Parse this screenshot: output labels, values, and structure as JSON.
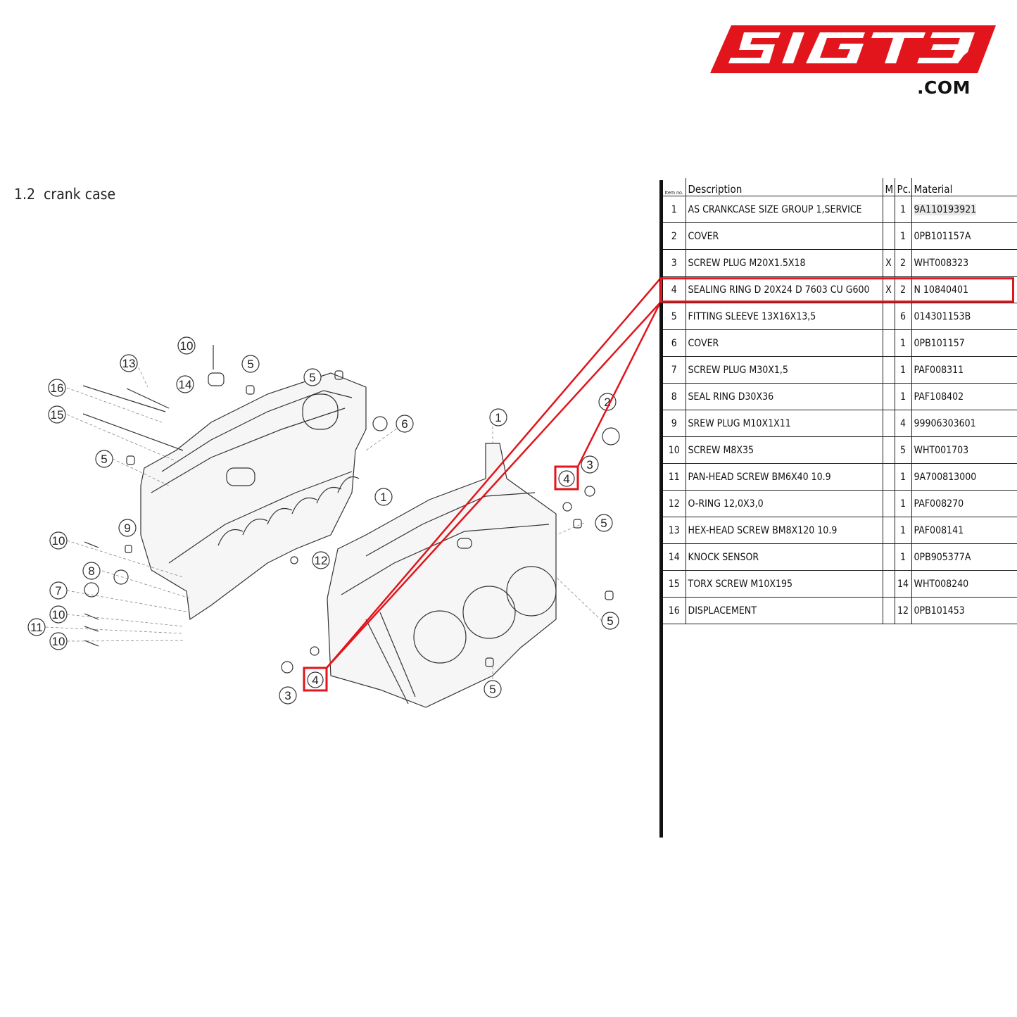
{
  "brand": {
    "logo_text": "SIGT3",
    "domain_suffix": ".COM",
    "color": "#e1151b"
  },
  "section": {
    "number": "1.2",
    "title": "crank case"
  },
  "table": {
    "headers": [
      "Item no.",
      "Description",
      "M",
      "Pc.",
      "Material"
    ],
    "rows": [
      {
        "item": "1",
        "description": "AS CRANKCASE SIZE GROUP 1,SERVICE",
        "m": "",
        "pc": "1",
        "material": "9A110193921"
      },
      {
        "item": "2",
        "description": "COVER",
        "m": "",
        "pc": "1",
        "material": "0PB101157A"
      },
      {
        "item": "3",
        "description": "SCREW PLUG M20X1.5X18",
        "m": "X",
        "pc": "2",
        "material": "WHT008323"
      },
      {
        "item": "4",
        "description": "SEALING RING D 20X24 D 7603 CU G600",
        "m": "X",
        "pc": "2",
        "material": "N 10840401"
      },
      {
        "item": "5",
        "description": "FITTING SLEEVE 13X16X13,5",
        "m": "",
        "pc": "6",
        "material": "014301153B"
      },
      {
        "item": "6",
        "description": "COVER",
        "m": "",
        "pc": "1",
        "material": "0PB101157"
      },
      {
        "item": "7",
        "description": "SCREW PLUG M30X1,5",
        "m": "",
        "pc": "1",
        "material": "PAF008311"
      },
      {
        "item": "8",
        "description": "SEAL RING D30X36",
        "m": "",
        "pc": "1",
        "material": "PAF108402"
      },
      {
        "item": "9",
        "description": "SREW PLUG M10X1X11",
        "m": "",
        "pc": "4",
        "material": "99906303601"
      },
      {
        "item": "10",
        "description": "SCREW M8X35",
        "m": "",
        "pc": "5",
        "material": "WHT001703"
      },
      {
        "item": "11",
        "description": "PAN-HEAD SCREW BM6X40 10.9",
        "m": "",
        "pc": "1",
        "material": "9A700813000"
      },
      {
        "item": "12",
        "description": "O-RING 12,0X3,0",
        "m": "",
        "pc": "1",
        "material": "PAF008270"
      },
      {
        "item": "13",
        "description": "HEX-HEAD SCREW BM8X120 10.9",
        "m": "",
        "pc": "1",
        "material": "PAF008141"
      },
      {
        "item": "14",
        "description": "KNOCK SENSOR",
        "m": "",
        "pc": "1",
        "material": "0PB905377A"
      },
      {
        "item": "15",
        "description": "TORX SCREW M10X195",
        "m": "",
        "pc": "14",
        "material": "WHT008240"
      },
      {
        "item": "16",
        "description": "DISPLACEMENT",
        "m": "",
        "pc": "12",
        "material": "0PB101453"
      }
    ],
    "highlighted_item": "4",
    "highlight_color": "#e1151b"
  },
  "diagram": {
    "callouts": [
      "1",
      "1",
      "2",
      "3",
      "3",
      "4",
      "4",
      "5",
      "5",
      "5",
      "5",
      "5",
      "5",
      "6",
      "7",
      "8",
      "9",
      "10",
      "10",
      "10",
      "10",
      "11",
      "12",
      "13",
      "14",
      "15",
      "16"
    ]
  }
}
